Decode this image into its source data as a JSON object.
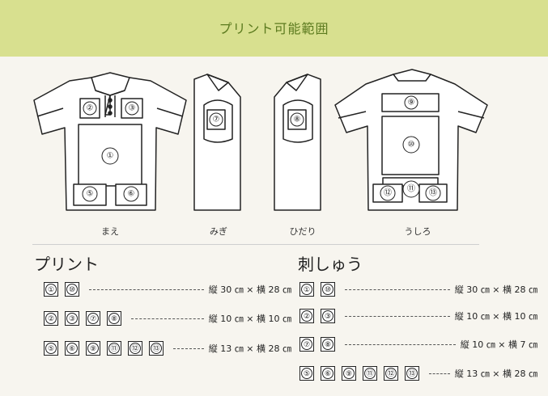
{
  "header": {
    "title": "プリント可能範囲"
  },
  "views": [
    {
      "key": "front",
      "label": "まえ"
    },
    {
      "key": "right",
      "label": "みぎ"
    },
    {
      "key": "left",
      "label": "ひだり"
    },
    {
      "key": "back",
      "label": "うしろ"
    }
  ],
  "shirt_numbers": {
    "front": [
      "②",
      "③",
      "①",
      "⑤",
      "⑥"
    ],
    "right": [
      "⑦"
    ],
    "left": [
      "⑧"
    ],
    "back": [
      "⑨",
      "⑩",
      "⑪",
      "⑫",
      "⑬"
    ]
  },
  "print": {
    "title": "プリント",
    "rows": [
      {
        "nums": [
          "①",
          "⑩"
        ],
        "size": "縦 30 ㎝ × 横 28 ㎝"
      },
      {
        "nums": [
          "②",
          "③",
          "⑦",
          "⑧"
        ],
        "size": "縦 10 ㎝ × 横 10 ㎝"
      },
      {
        "nums": [
          "⑤",
          "⑥",
          "⑨",
          "⑪",
          "⑫",
          "⑬"
        ],
        "size": "縦 13 ㎝ × 横 28 ㎝"
      }
    ]
  },
  "embroidery": {
    "title": "刺しゅう",
    "rows": [
      {
        "nums": [
          "①",
          "⑩"
        ],
        "size": "縦 30 ㎝ × 横 28 ㎝"
      },
      {
        "nums": [
          "②",
          "③"
        ],
        "size": "縦 10 ㎝ × 横 10 ㎝"
      },
      {
        "nums": [
          "⑦",
          "⑧"
        ],
        "size": "縦 10 ㎝ × 横 7 ㎝"
      },
      {
        "nums": [
          "⑤",
          "⑥",
          "⑨",
          "⑪",
          "⑫",
          "⑬"
        ],
        "size": "縦 13 ㎝ × 横 28 ㎝"
      }
    ]
  }
}
